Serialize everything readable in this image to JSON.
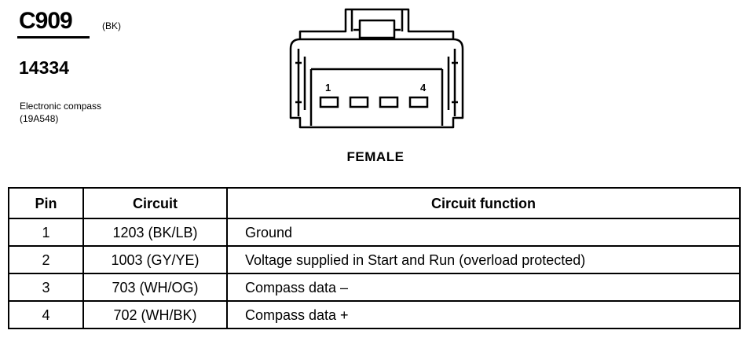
{
  "connector": {
    "id": "C909",
    "color_code": "(BK)",
    "part_number": "14334",
    "description_lines": [
      "Electronic compass",
      "(19A548)"
    ],
    "gender": "FEMALE",
    "pin_labels": [
      "1",
      "4"
    ]
  },
  "table": {
    "headers": [
      "Pin",
      "Circuit",
      "Circuit function"
    ],
    "rows": [
      {
        "pin": "1",
        "circuit": "1203 (BK/LB)",
        "function": "Ground"
      },
      {
        "pin": "2",
        "circuit": "1003 (GY/YE)",
        "function": "Voltage supplied in Start and Run (overload protected)"
      },
      {
        "pin": "3",
        "circuit": "703 (WH/OG)",
        "function": "Compass data –"
      },
      {
        "pin": "4",
        "circuit": "702 (WH/BK)",
        "function": "Compass data +"
      }
    ]
  }
}
